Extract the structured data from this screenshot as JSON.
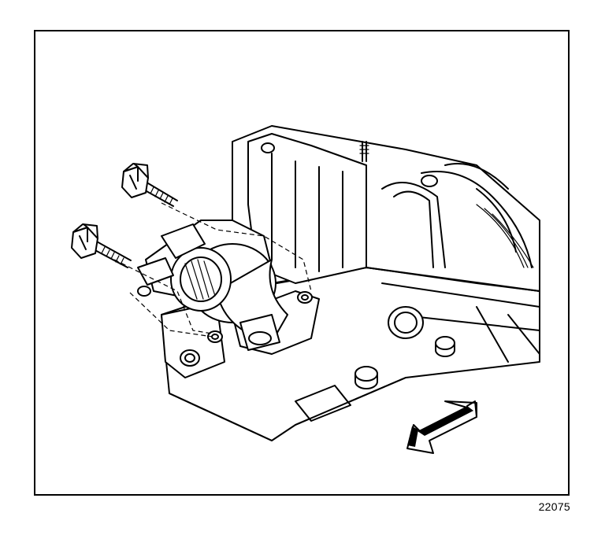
{
  "figure": {
    "number": "22075"
  },
  "diagram": {
    "parts": [
      {
        "icon": "bolt-icon",
        "role": "egr-valve-bolt-upper"
      },
      {
        "icon": "bolt-icon",
        "role": "egr-valve-bolt-lower"
      },
      {
        "icon": "egr-valve-icon",
        "role": "egr-valve"
      },
      {
        "icon": "gasket-icon",
        "role": "egr-gasket"
      },
      {
        "icon": "intake-manifold-icon",
        "role": "intake-manifold"
      },
      {
        "icon": "front-arrow-icon",
        "role": "direction-indicator"
      }
    ]
  }
}
